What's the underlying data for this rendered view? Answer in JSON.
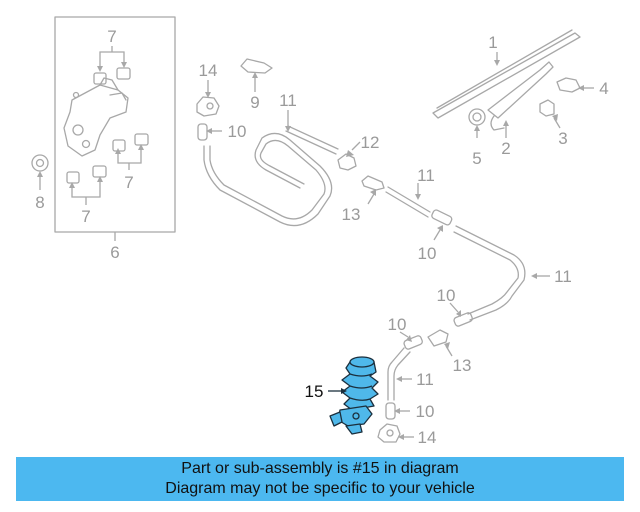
{
  "callouts": {
    "c1": "1",
    "c2": "2",
    "c3": "3",
    "c4": "4",
    "c5": "5",
    "c6": "6",
    "c7a": "7",
    "c7b": "7",
    "c7c": "7",
    "c8": "8",
    "c9": "9",
    "c10a": "10",
    "c10b": "10",
    "c10c": "10",
    "c10d": "10",
    "c10e": "10",
    "c11a": "11",
    "c11b": "11",
    "c11c": "11",
    "c11d": "11",
    "c12": "12",
    "c13a": "13",
    "c13b": "13",
    "c14a": "14",
    "c14b": "14",
    "c15": "15"
  },
  "highlight_color": "#4fb8ea",
  "banner": {
    "line1": "Part or sub-assembly is #15 in diagram",
    "line2": "Diagram may not be specific to your vehicle",
    "color": "#4cb8f0"
  }
}
